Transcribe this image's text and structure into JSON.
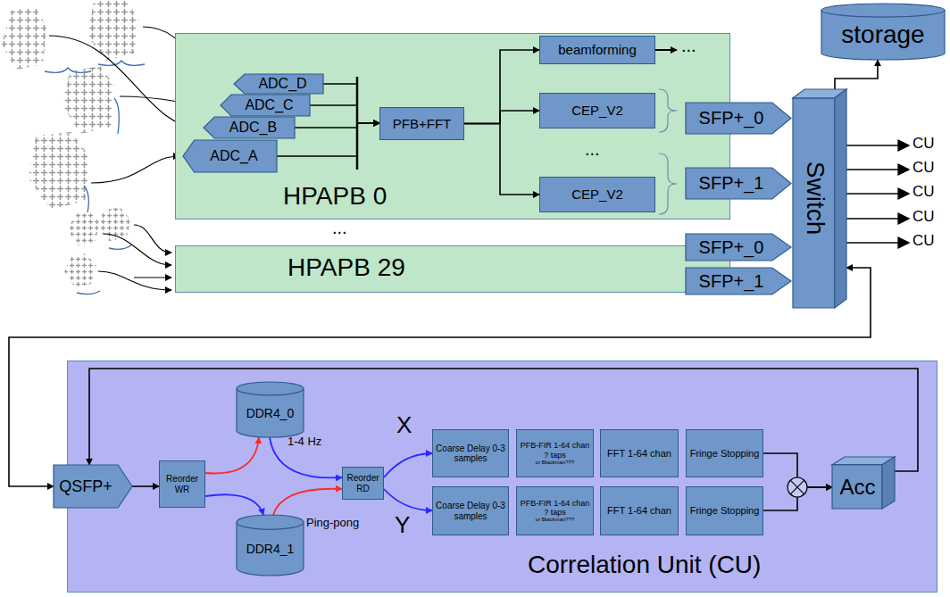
{
  "diagram": {
    "nodes": [
      {
        "text": [
          "HPAPB 0"
        ]
      },
      {
        "text": [
          "ADC_D"
        ],
        "in": 0
      },
      {
        "text": [
          "ADC_C"
        ],
        "in": 0
      },
      {
        "text": [
          "ADC_B"
        ],
        "in": 0
      },
      {
        "text": [
          "ADC_A"
        ],
        "in": 0
      },
      {
        "text": [
          "PFB+FFT"
        ],
        "in": 0
      },
      {
        "text": [
          "beamforming"
        ],
        "in": 0
      },
      {
        "text": [
          "CEP_V2"
        ],
        "in": 0
      },
      {
        "text": [
          "CEP_V2"
        ],
        "in": 0
      },
      {
        "text": [
          "SFP+_0"
        ],
        "in": 0
      },
      {
        "text": [
          "SFP+_1"
        ],
        "in": 0
      },
      {
        "text": [
          "HPAPB 29"
        ]
      },
      {
        "text": [
          "SFP+_0"
        ],
        "in": 11
      },
      {
        "text": [
          "SFP+_1"
        ],
        "in": 11
      },
      {
        "text": [
          "Switch"
        ]
      },
      {
        "text": [
          "storage"
        ]
      },
      {
        "text": [
          "Correlation Unit (CU)"
        ]
      },
      {
        "text": [
          "QSFP+"
        ],
        "in": 16
      },
      {
        "text": [
          "Reorder WR"
        ],
        "in": 16
      },
      {
        "text": [
          "DDR4_0"
        ],
        "in": 16
      },
      {
        "text": [
          "DDR4_1"
        ],
        "in": 16
      },
      {
        "text": [
          "Reorder RD"
        ],
        "in": 16
      },
      {
        "text": [
          "Coarse Delay 0-3 samples"
        ],
        "in": 16
      },
      {
        "text": [
          "PFB-FIR 1-64 chan ? taps",
          "or Blackman???"
        ],
        "in": 16
      },
      {
        "text": [
          "FFT 1-64 chan"
        ],
        "in": 16
      },
      {
        "text": [
          "Fringe Stopping"
        ],
        "in": 16
      },
      {
        "text": [
          "Coarse Delay 0-3 samples"
        ],
        "in": 16
      },
      {
        "text": [
          "PFB-FIR 1-64 chan ? taps",
          "or Blackman???"
        ],
        "in": 16
      },
      {
        "text": [
          "FFT 1-64 chan"
        ],
        "in": 16
      },
      {
        "text": [
          "Fringe Stopping"
        ],
        "in": 16
      },
      {
        "text": [
          "Acc"
        ],
        "in": 16
      }
    ],
    "edges": [
      {
        "from": 1,
        "to": 5,
        "arrow": "to"
      },
      {
        "from": 2,
        "to": 5,
        "arrow": "to"
      },
      {
        "from": 3,
        "to": 5,
        "arrow": "to"
      },
      {
        "from": 4,
        "to": 5,
        "arrow": "to"
      },
      {
        "from": 5,
        "to": 6,
        "arrow": "to"
      },
      {
        "from": 5,
        "to": 7,
        "arrow": "to"
      },
      {
        "from": 5,
        "to": 8,
        "arrow": "to"
      },
      {
        "from": 14,
        "to": 15,
        "arrow": "to"
      },
      {
        "from": 14,
        "to": 17,
        "arrow": "both"
      },
      {
        "from": 30,
        "to": 17,
        "arrow": "to"
      },
      {
        "from": 17,
        "to": 18,
        "arrow": "to"
      },
      {
        "from": 18,
        "to": 19,
        "arrow": "to"
      },
      {
        "from": 18,
        "to": 20,
        "arrow": "to"
      },
      {
        "from": 19,
        "to": 21,
        "arrow": "to"
      },
      {
        "from": 20,
        "to": 21,
        "arrow": "to"
      },
      {
        "from": 21,
        "to": 22,
        "arrow": "to"
      },
      {
        "from": 21,
        "to": 26,
        "arrow": "to"
      },
      {
        "from": 25,
        "to": 30,
        "arrow": "to"
      },
      {
        "from": 29,
        "to": 30,
        "arrow": "to"
      }
    ],
    "labels": [
      "...",
      "...",
      "...",
      "CU",
      "CU",
      "CU",
      "CU",
      "CU",
      "X",
      "Y",
      "1-4 Hz",
      "Ping-pong"
    ]
  }
}
